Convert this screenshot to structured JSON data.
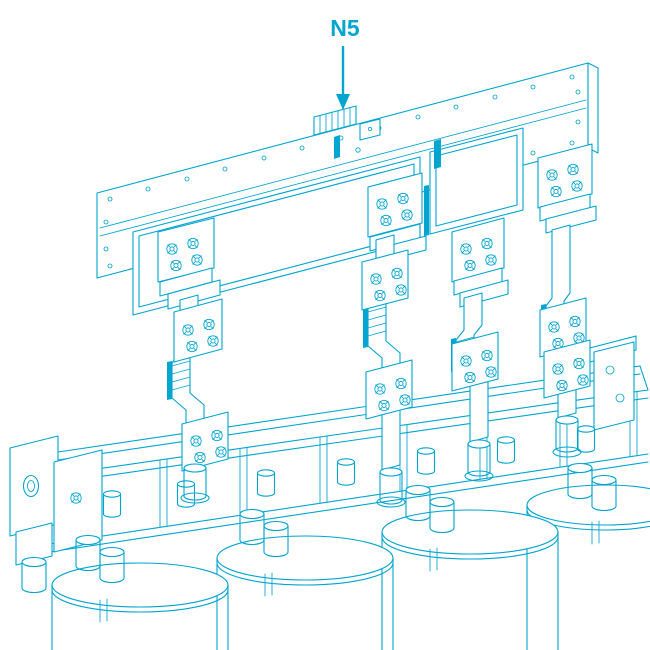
{
  "colors": {
    "background": "#ffffff",
    "line": "#00A5D0",
    "shape_fill": "#ffffff"
  },
  "annotation": {
    "label": "N5"
  },
  "diagram": {
    "parts": [
      "flange-plate",
      "mounting-holes",
      "cover-panel-left",
      "cover-panel-right",
      "busbar-end-feed",
      "terminal-pad",
      "bolt-cluster",
      "z-bracket",
      "flexible-connector",
      "transformer-frame",
      "left-bracket",
      "right-bracket",
      "bushing",
      "transformer-pot",
      "support-cylinder"
    ]
  }
}
